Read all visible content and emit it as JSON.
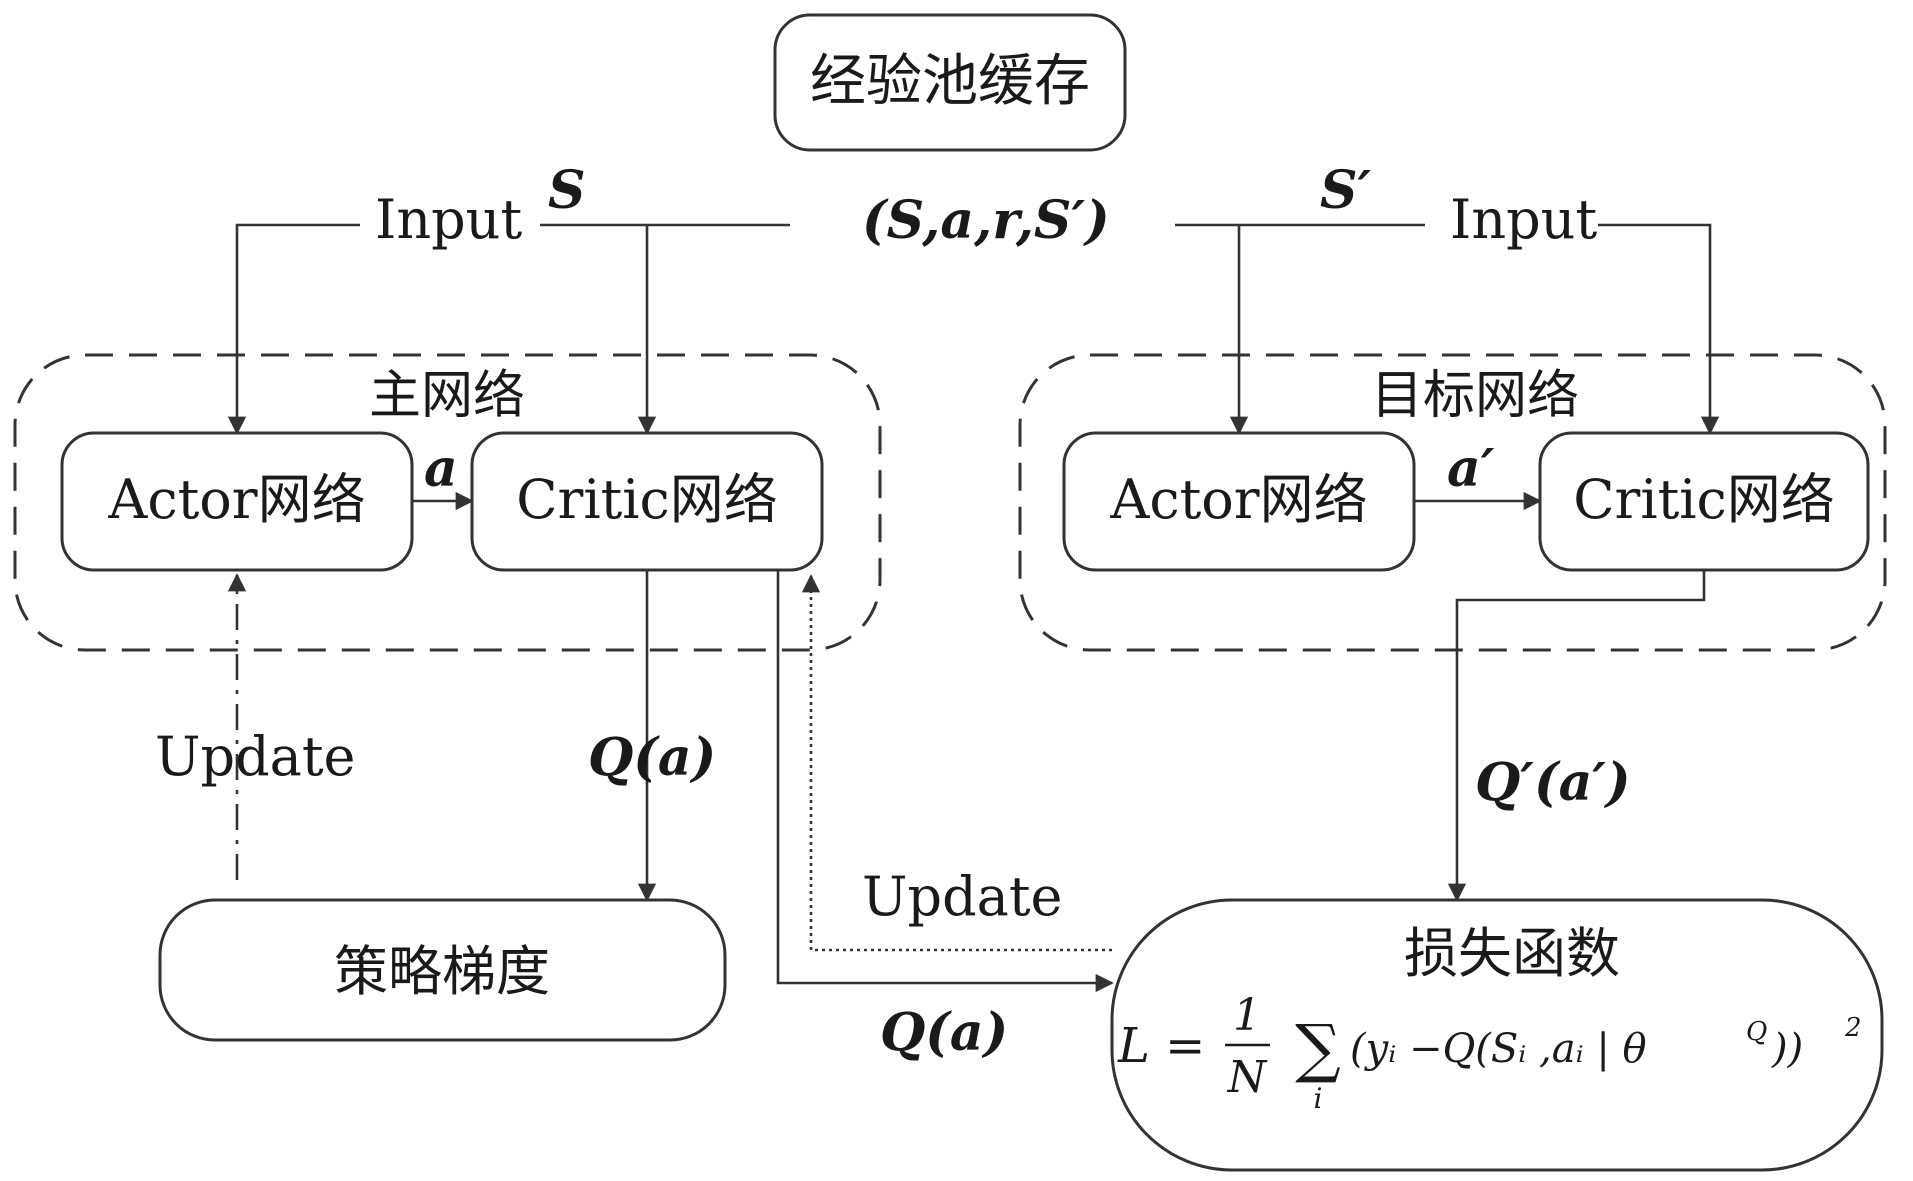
{
  "nodes": {
    "replay_buffer": "经验池缓存",
    "main_group": "主网络",
    "target_group": "目标网络",
    "main_actor": "Actor网络",
    "main_critic": "Critic网络",
    "target_actor": "Actor网络",
    "target_critic": "Critic网络",
    "policy_gradient": "策略梯度",
    "loss_function": "损失函数"
  },
  "edge_labels": {
    "input_left": "Input",
    "s_left": "S",
    "transition": "(S,a,r,S′)",
    "s_prime": "S′",
    "input_right": "Input",
    "a_main": "a",
    "a_target": "a′",
    "update_actor": "Update",
    "q_a_main": "Q(a)",
    "q_prime": "Q′(a′)",
    "update_critic": "Update",
    "q_a_loss": "Q(a)"
  },
  "formula": {
    "lhs": "L =",
    "frac_num": "1",
    "frac_den": "N",
    "sum": "∑",
    "sum_index": "i",
    "body": "(yᵢ −Q(Sᵢ ,aᵢ | θ",
    "sup_q": "Q",
    "close": "))",
    "power": "2"
  }
}
